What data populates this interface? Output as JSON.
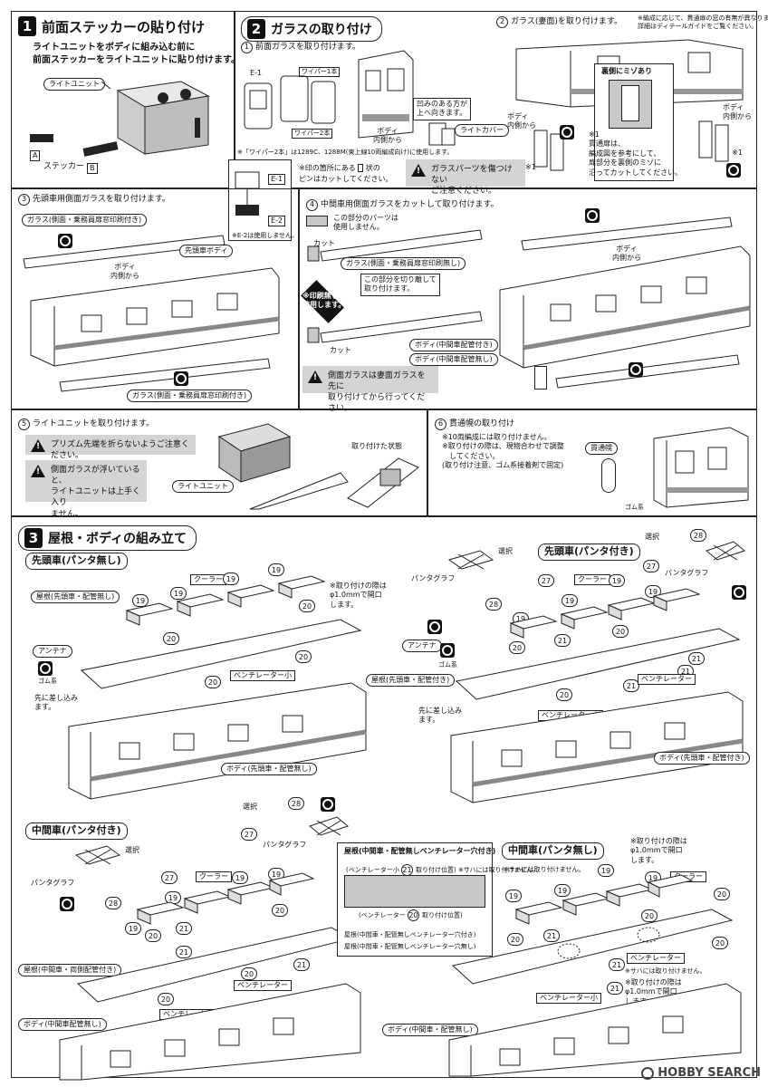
{
  "s1": {
    "num": "1",
    "title": "前面ステッカーの貼り付け",
    "desc": [
      "ライトユニットをボディに組み込む前に",
      "前面ステッカーをライトユニットに貼り付けます。"
    ],
    "light_unit": "ライトユニット",
    "sticker": "ステッカー",
    "a": "A",
    "b": "B"
  },
  "s2": {
    "num": "2",
    "title": "ガラスの取り付け",
    "step1": "前面ガラスを取り付けます。",
    "e1": "E-1",
    "e2": "E-2",
    "wiper1": "ワイパー1本",
    "wiper2": "ワイパー2本",
    "body_from_inside": [
      "ボディ",
      "内側から"
    ],
    "concave_note": [
      "凹みのある方が",
      "上へ向きます。"
    ],
    "light_cover": "ライトカバー",
    "wiper_note": "※「ワイパー2本」は1289C、1288M(東上線10両編成向け)に使用します。",
    "pin_note": [
      "※印の箇所にある",
      "状の",
      "ピンはカットしてください。"
    ],
    "e2_unused": "※E-2は使用しません。",
    "step2": "ガラス(妻面)を取り付けます。",
    "step2_note": [
      "※編成に応じて、貫通扉の窓の有無が異なります。",
      "詳細はディテールガイドをご覧ください。"
    ],
    "back_groove": "裏側にミゾあり",
    "door_note": [
      "※1",
      "貫通扉は、",
      "編成図を参考にして、",
      "扉部分を裏側のミゾに",
      "沿ってカットしてください。"
    ],
    "star1": "※1",
    "warn_glass": [
      "ガラスパーツを傷つけない",
      "ご注意ください。"
    ],
    "step3": "先頭車用側面ガラスを取り付けます。",
    "glass_crew": "ガラス(側面・乗務員扉窓印刷付き)",
    "lead_body": "先頭車ボディ",
    "step4": "中間車用側面ガラスをカットして取り付けます。",
    "unused_parts": [
      "この部分のパーツは",
      "使用しません。"
    ],
    "cut": "カット",
    "glass_crew_none": "ガラス(側面・乗務員扉窓印刷無し)",
    "cut_here": [
      "この部分を切り離して",
      "取り付けます。"
    ],
    "no_print": [
      "※印刷無しを",
      "使用します。"
    ],
    "body_mid_pipe": "ボディ(中間車配管付き)",
    "body_mid_nopipe": "ボディ(中間車配管無し)",
    "side_glass_note": [
      "側面ガラスは妻面ガラスを先に",
      "取り付けてから行ってください。"
    ],
    "step5": "ライトユニットを取り付けます。",
    "prism_warn": "プリズム先端を折らないようご注意ください。",
    "side_glass_warn": [
      "側面ガラスが浮いていると、",
      "ライトユニットは上手く入り",
      "ません。"
    ],
    "light_unit": "ライトユニット",
    "attached_state": "取り付けた状態",
    "step6": "貫通幌の取り付け",
    "hood_note": [
      "※10両編成には取り付けません。",
      "※取り付けの際は、現物合わせで調整",
      "　してください。",
      "(取り付け注意、ゴム系接着剤で固定)"
    ],
    "hood": "貫通幌",
    "rubber": "ゴム系"
  },
  "s3": {
    "num": "3",
    "title": "屋根・ボディの組み立て",
    "lead_nopanta": "先頭車(パンタ無し)",
    "lead_panta": "先頭車(パンタ付き)",
    "mid_panta": "中間車(パンタ付き)",
    "mid_nopanta": "中間車(パンタ無し)",
    "cooler": "クーラー",
    "roof_lead_nopipe": "屋根(先頭車・配管無し)",
    "roof_lead_pipe": "屋根(先頭車・配管付き)",
    "roof_mid_pipe": "屋根(中間車・両側配管付き)",
    "roof_mid_vent": "屋根(中間車・配管無しベンチレーター穴付き)",
    "antenna": "アンテナ",
    "hole_note": [
      "※取り付けの際は",
      "φ1.0mmで開口",
      "します。"
    ],
    "vent_small": "ベンチレーター小",
    "vent": "ベンチレーター",
    "insert_first": [
      "先に差し込み",
      "ます。"
    ],
    "body_lead_nopipe": "ボディ(先頭車・配管無し)",
    "body_lead_pipe": "ボディ(先頭車・配管付き)",
    "body_mid_nopipe": "ボディ(中間車配管無し)",
    "body_mid_nopipe2": "ボディ(中間車・配管無し)",
    "select": "選択",
    "pantograph": "パンタグラフ",
    "vent_box": [
      "(ベンチレーター小",
      "取り付け位置)",
      "※サハには取り付けません。"
    ],
    "vent_box2": "(ベンチレーター",
    "vent_pos": "取り付け位置)",
    "roof_labels": [
      "屋根(中間車・配管無しベンチレーター穴付き)",
      "屋根(中間車・配管無しベンチレーター穴無し)"
    ],
    "saha_note": "※サハには取り付けません。",
    "saha_note2": "※サハには取り付けません。",
    "rubber": "ゴム系",
    "parts": [
      "19",
      "20",
      "21",
      "27",
      "28"
    ]
  },
  "watermark": "HOBBY SEARCH"
}
